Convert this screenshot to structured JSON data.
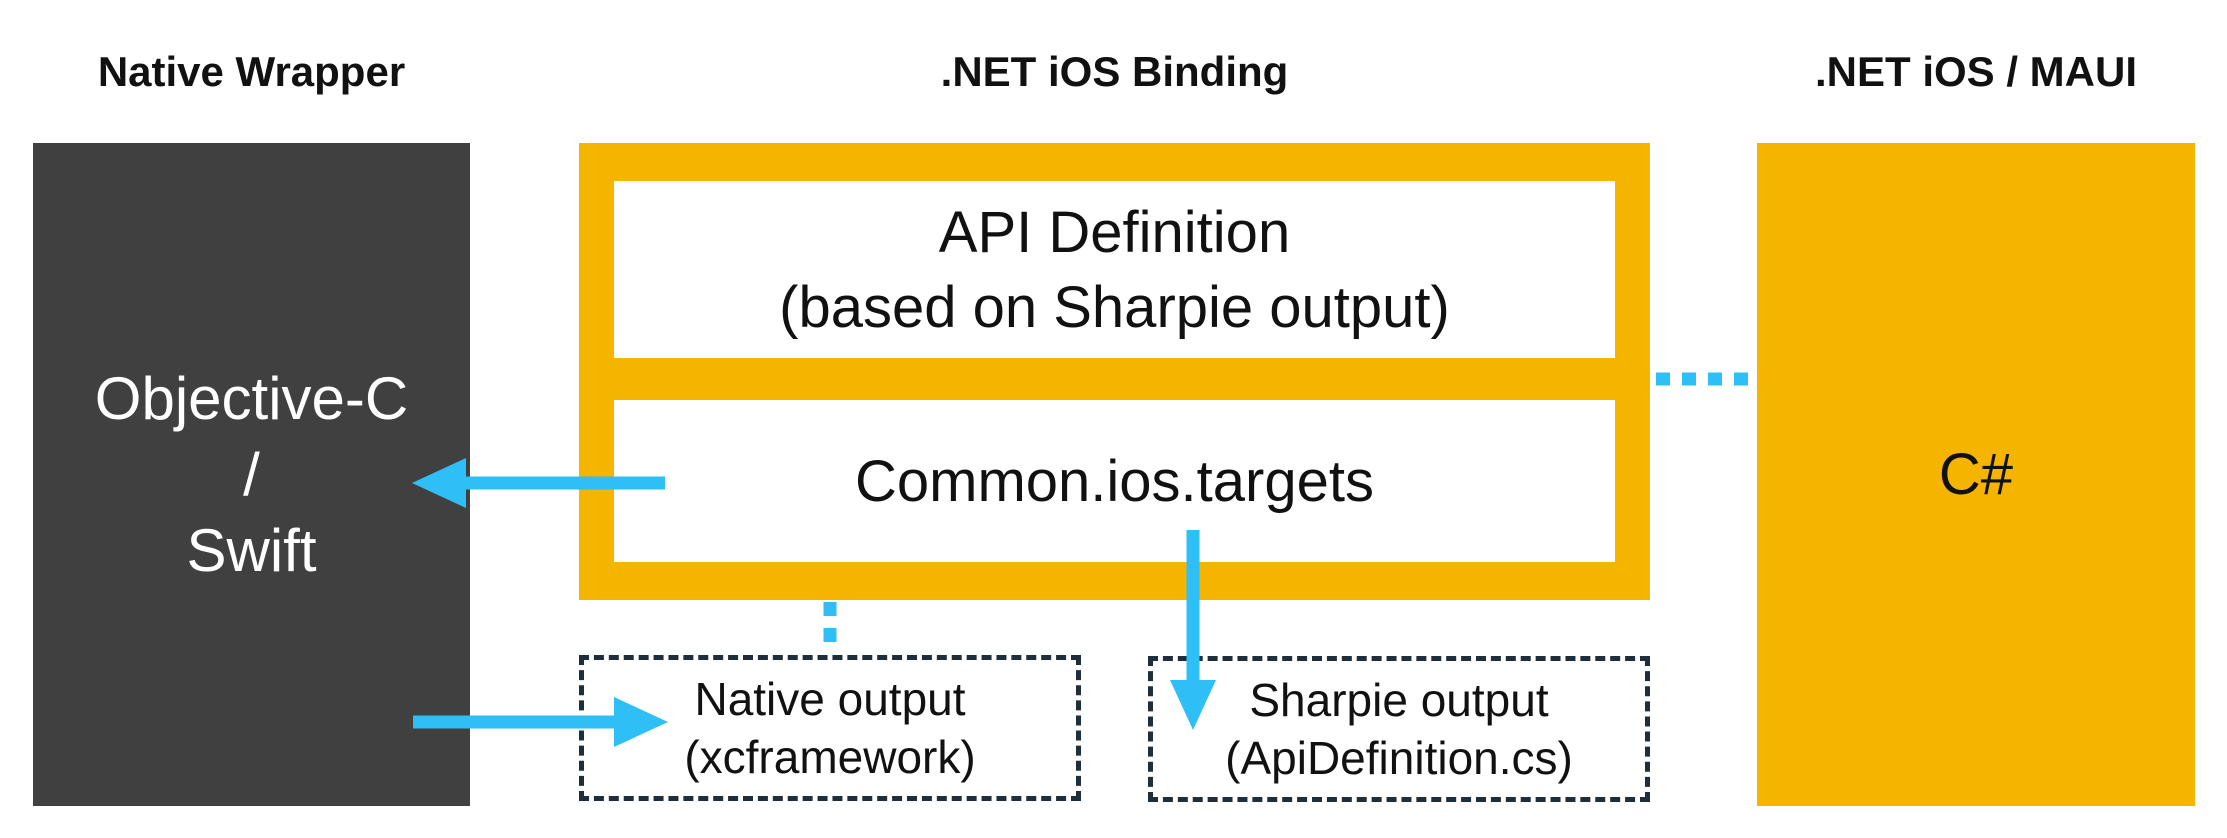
{
  "columns": {
    "native_wrapper": "Native Wrapper",
    "ios_binding": ".NET iOS Binding",
    "ios_maui": ".NET iOS / MAUI"
  },
  "native_box": {
    "line1": "Objective-C",
    "line2": "/",
    "line3": "Swift"
  },
  "api_definition": {
    "line1": "API Definition",
    "line2": "(based on Sharpie output)"
  },
  "common_targets": "Common.ios.targets",
  "csharp_box": "C#",
  "native_output": {
    "line1": "Native output",
    "line2": "(xcframework)"
  },
  "sharpie_output": {
    "line1": "Sharpie output",
    "line2": "(ApiDefinition.cs)"
  },
  "colors": {
    "dark_box": "#404040",
    "accent_yellow": "#F5B400",
    "arrow_blue": "#2EBFF7",
    "dashed_border": "#1E2E3B"
  }
}
